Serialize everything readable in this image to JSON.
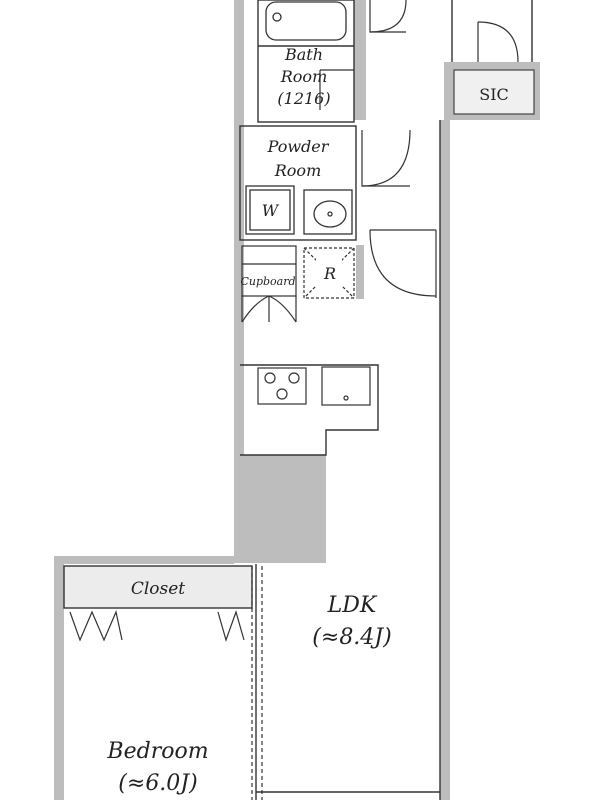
{
  "rooms": {
    "bath": {
      "name_line1": "Bath",
      "name_line2": "Room",
      "size": "(1216)"
    },
    "powder": {
      "name_line1": "Powder",
      "name_line2": "Room"
    },
    "washer": {
      "label": "W"
    },
    "fridge": {
      "label": "R"
    },
    "cupboard": {
      "label": "Cupboard"
    },
    "sic": {
      "label": "SIC"
    },
    "closet": {
      "label": "Closet"
    },
    "ldk": {
      "name": "LDK",
      "size": "(≈8.4J)"
    },
    "bedroom": {
      "name": "Bedroom",
      "size": "(≈6.0J)"
    }
  }
}
